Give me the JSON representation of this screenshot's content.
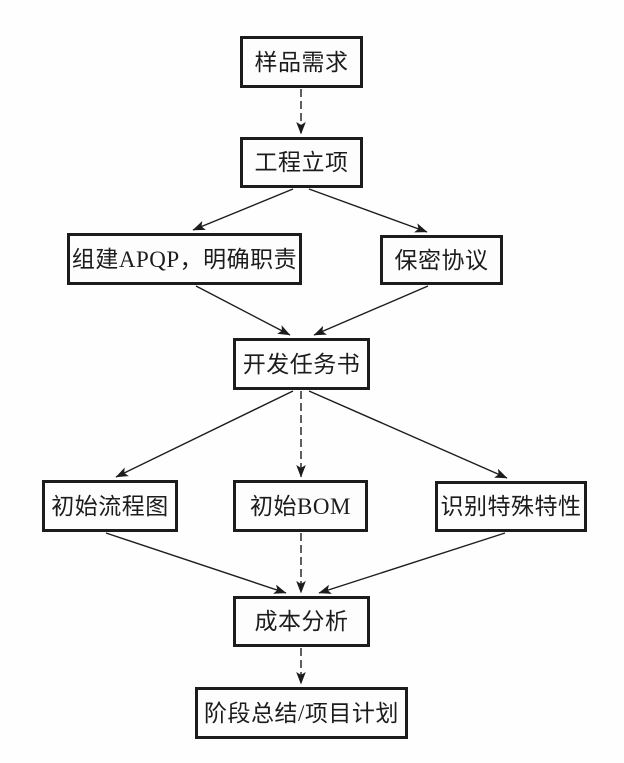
{
  "diagram": {
    "type": "flowchart",
    "colors": {
      "line": "#1c1c1c",
      "box_border": "#1c1c1c",
      "text": "#1c1c1c",
      "background": "#fefefe"
    },
    "nodes": [
      {
        "id": "sample-requirement",
        "label": "样品需求"
      },
      {
        "id": "project-initiation",
        "label": "工程立项"
      },
      {
        "id": "apqp-team",
        "label": "组建APQP，明确职责"
      },
      {
        "id": "nda",
        "label": "保密协议"
      },
      {
        "id": "dev-task-brief",
        "label": "开发任务书"
      },
      {
        "id": "initial-flowchart",
        "label": "初始流程图"
      },
      {
        "id": "initial-bom",
        "label": "初始BOM"
      },
      {
        "id": "special-characteristics",
        "label": "识别特殊特性"
      },
      {
        "id": "cost-analysis",
        "label": "成本分析"
      },
      {
        "id": "phase-summary-plan",
        "label": "阶段总结/项目计划"
      }
    ],
    "edges": [
      {
        "from": "样品需求",
        "to": "工程立项",
        "style": "dashed"
      },
      {
        "from": "工程立项",
        "to": "组建APQP，明确职责",
        "style": "solid"
      },
      {
        "from": "工程立项",
        "to": "保密协议",
        "style": "solid"
      },
      {
        "from": "组建APQP，明确职责",
        "to": "开发任务书",
        "style": "solid"
      },
      {
        "from": "保密协议",
        "to": "开发任务书",
        "style": "solid"
      },
      {
        "from": "开发任务书",
        "to": "初始流程图",
        "style": "solid"
      },
      {
        "from": "开发任务书",
        "to": "初始BOM",
        "style": "dashed"
      },
      {
        "from": "开发任务书",
        "to": "识别特殊特性",
        "style": "solid"
      },
      {
        "from": "初始流程图",
        "to": "成本分析",
        "style": "solid"
      },
      {
        "from": "初始BOM",
        "to": "成本分析",
        "style": "dashed"
      },
      {
        "from": "识别特殊特性",
        "to": "成本分析",
        "style": "solid"
      },
      {
        "from": "成本分析",
        "to": "阶段总结/项目计划",
        "style": "dashed"
      }
    ]
  }
}
